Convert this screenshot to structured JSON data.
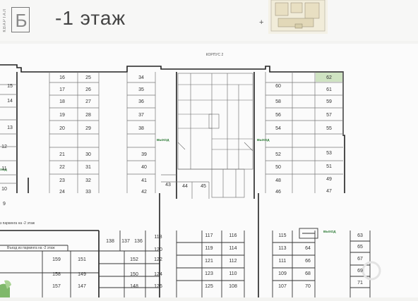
{
  "header": {
    "logo_text": "КВАРТАЛ",
    "logo_glyph": "Б",
    "floor_title": "-1 этаж",
    "cursor_mark": "+"
  },
  "plan": {
    "korpus_label": "КОРПУС 2",
    "exit_label": "ВЫХОД",
    "exit_label_cut": "ХОД",
    "ramp_note": "Въезд из паркинга на -2 этаж",
    "ramp_note_cut": "з паркинга на -2 этаж",
    "highlight_color": "#cfe3c2",
    "accent_color": "#2c7a35",
    "spaces": {
      "s10": "10",
      "s9": "9",
      "s11": "11",
      "s12": "12",
      "s13": "13",
      "s14": "14",
      "s15": "15",
      "s16": "16",
      "s17": "17",
      "s18": "18",
      "s19": "19",
      "s20": "20",
      "s21": "21",
      "s22": "22",
      "s23": "23",
      "s24": "24",
      "s25": "25",
      "s26": "26",
      "s27": "27",
      "s28": "28",
      "s29": "29",
      "s30": "30",
      "s31": "31",
      "s32": "32",
      "s33": "33",
      "s34": "34",
      "s35": "35",
      "s36": "36",
      "s37": "37",
      "s38": "38",
      "s39": "39",
      "s40": "40",
      "s41": "41",
      "s42": "42",
      "s43": "43",
      "s44": "44",
      "s45": "45",
      "s46": "46",
      "s47": "47",
      "s48": "48",
      "s49": "49",
      "s50": "50",
      "s51": "51",
      "s52": "52",
      "s53": "53",
      "s54": "54",
      "s55": "55",
      "s56": "56",
      "s57": "57",
      "s58": "58",
      "s59": "59",
      "s60": "60",
      "s61": "61",
      "s62": "62",
      "s63": "63",
      "s64": "64",
      "s65": "65",
      "s66": "66",
      "s67": "67",
      "s68": "68",
      "s69": "69",
      "s70": "70",
      "s71": "71",
      "s107": "107",
      "s108": "108",
      "s109": "109",
      "s110": "110",
      "s111": "111",
      "s112": "112",
      "s113": "113",
      "s114": "114",
      "s115": "115",
      "s116": "116",
      "s117": "117",
      "s118": "118",
      "s119": "119",
      "s120": "120",
      "s121": "121",
      "s122": "122",
      "s123": "123",
      "s124": "124",
      "s125": "125",
      "s126": "126",
      "s136": "136",
      "s137": "137",
      "s138": "138",
      "s147": "147",
      "s148": "148",
      "s149": "149",
      "s150": "150",
      "s151": "151",
      "s152": "152",
      "s157": "157",
      "s158": "158",
      "s159": "159"
    }
  }
}
